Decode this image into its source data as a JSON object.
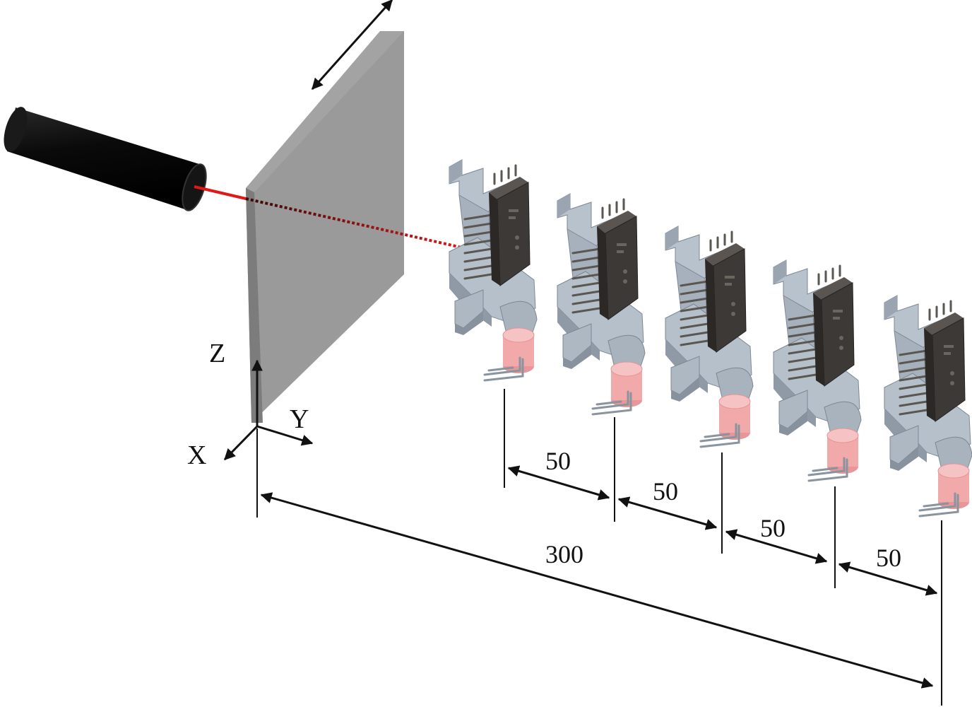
{
  "axes": {
    "z_label": "Z",
    "y_label": "Y",
    "x_label": "X"
  },
  "dimensions": {
    "total": "300",
    "spacings": [
      "50",
      "50",
      "50",
      "50"
    ]
  },
  "colors": {
    "laser_body": "#0e0e0e",
    "laser_beam": "#e01818",
    "screen": "#8e8e8e",
    "bracket": "#b4bec9",
    "chip": "#3e3a37",
    "sensor": "#f0a9aa",
    "line": "#111111"
  },
  "components": {
    "laser": "laser-source",
    "screen": "movable-screen",
    "modules": [
      "module-1",
      "module-2",
      "module-3",
      "module-4",
      "module-5"
    ]
  }
}
